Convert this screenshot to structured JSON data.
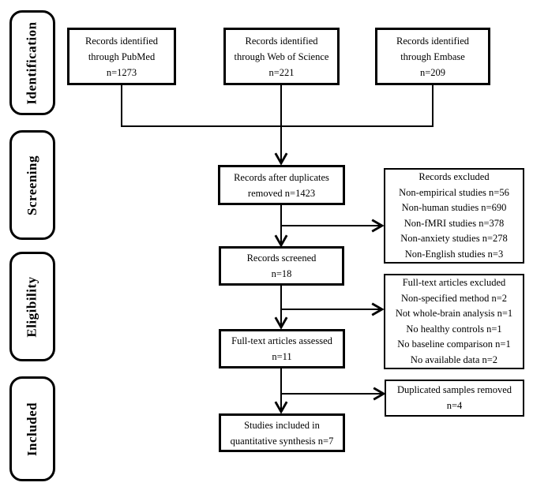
{
  "diagram": {
    "type": "PRISMA flow diagram",
    "stages": {
      "identification": "Identification",
      "screening": "Screening",
      "eligibility": "Eligibility",
      "included": "Included"
    },
    "nodes": {
      "pubmed": {
        "lines": [
          "Records identified",
          "through PubMed",
          "n=1273"
        ]
      },
      "web_of_science": {
        "lines": [
          "Records identified",
          "through Web of Science",
          "n=221"
        ]
      },
      "embase": {
        "lines": [
          "Records identified",
          "through Embase",
          "n=209"
        ]
      },
      "duplicates_removed": {
        "lines": [
          "Records after duplicates",
          "removed n=1423"
        ]
      },
      "records_screened": {
        "lines": [
          "Records screened",
          "n=18"
        ]
      },
      "records_excluded": {
        "lines": [
          "Records excluded",
          "Non-empirical studies n=56",
          "Non-human studies n=690",
          "Non-fMRI studies n=378",
          "Non-anxiety studies n=278",
          "Non-English studies n=3"
        ]
      },
      "fulltext_assessed": {
        "lines": [
          "Full-text articles assessed",
          "n=11"
        ]
      },
      "fulltext_excluded": {
        "lines": [
          "Full-text articles excluded",
          "Non-specified method n=2",
          "Not whole-brain analysis n=1",
          "No healthy controls n=1",
          "No baseline comparison n=1",
          "No available data n=2"
        ]
      },
      "duplicated_samples_removed": {
        "lines": [
          "Duplicated samples removed",
          "n=4"
        ]
      },
      "studies_included": {
        "lines": [
          "Studies included in",
          "quantitative synthesis n=7"
        ]
      }
    },
    "colors": {
      "line": "#000000",
      "box_border": "#000000",
      "box_fill": "#ffffff",
      "text": "#000000",
      "background": "#ffffff"
    }
  }
}
